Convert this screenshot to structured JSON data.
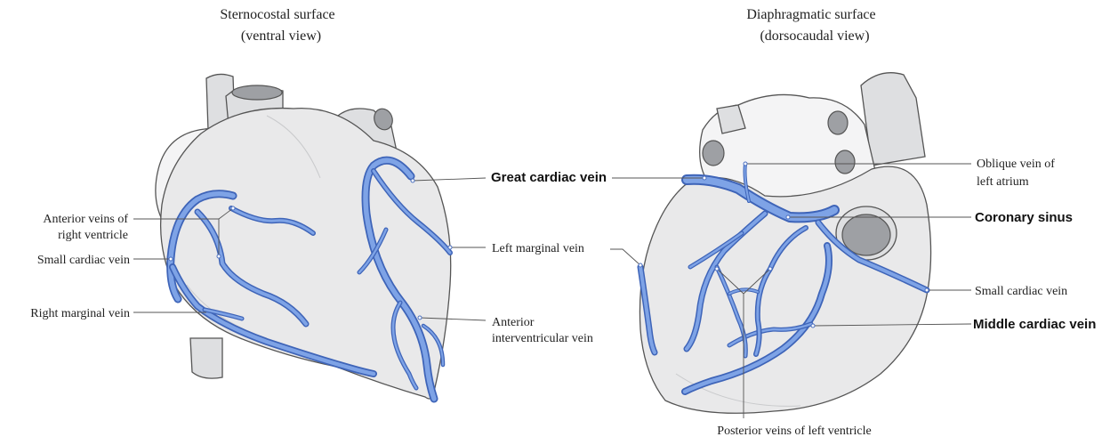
{
  "panels": {
    "left": {
      "title_line1": "Sternocostal surface",
      "title_line2": "(ventral view)"
    },
    "right": {
      "title_line1": "Diaphragmatic surface",
      "title_line2": "(dorsocaudal view)"
    }
  },
  "labels": {
    "anterior_veins_line1": "Anterior veins of",
    "anterior_veins_line2": "right ventricle",
    "small_cardiac_left": "Small cardiac vein",
    "right_marginal": "Right marginal vein",
    "great_cardiac": "Great cardiac vein",
    "left_marginal": "Left marginal vein",
    "anterior_iv_line1": "Anterior",
    "anterior_iv_line2": "interventricular vein",
    "oblique_line1": "Oblique vein of",
    "oblique_line2": "left atrium",
    "coronary_sinus": "Coronary sinus",
    "small_cardiac_right": "Small cardiac vein",
    "middle_cardiac": "Middle cardiac vein",
    "posterior_veins": "Posterior veins of left ventricle"
  },
  "colors": {
    "vein": "#7ea3e6",
    "vein_outline": "#3e64b8",
    "heart_fill": "#e9e9ea"
  }
}
